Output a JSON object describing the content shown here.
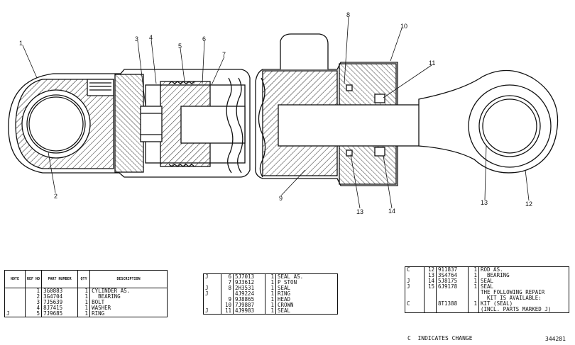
{
  "callouts": [
    "1",
    "2",
    "3",
    "4",
    "5",
    "6",
    "7",
    "8",
    "9",
    "10",
    "11",
    "12",
    "13",
    "13",
    "14"
  ],
  "table1": {
    "headers": [
      "NOTE",
      "REF NO",
      "PART NUMBER",
      "QTY",
      "DESCRIPTION"
    ],
    "rows": [
      {
        "note": "",
        "ref": "1",
        "part": "3G0883",
        "qty": "1",
        "desc": "CYLINDER AS."
      },
      {
        "note": "",
        "ref": "2",
        "part": "3G4704",
        "qty": "1",
        "desc": "  BEARING"
      },
      {
        "note": "",
        "ref": "3",
        "part": "7J5639",
        "qty": "1",
        "desc": "BOLT"
      },
      {
        "note": "",
        "ref": "4",
        "part": "8J7415",
        "qty": "1",
        "desc": "WASHER"
      },
      {
        "note": "J",
        "ref": "5",
        "part": "7J9685",
        "qty": "1",
        "desc": "RING"
      }
    ]
  },
  "table2": {
    "rows": [
      {
        "note": "J",
        "ref": "6",
        "part": "5J7013",
        "qty": "1",
        "desc": "SEAL AS."
      },
      {
        "note": "",
        "ref": "7",
        "part": "9J3612",
        "qty": "1",
        "desc": "P STON"
      },
      {
        "note": "J",
        "ref": "8",
        "part": "2H3531",
        "qty": "1",
        "desc": "SEAL"
      },
      {
        "note": "J",
        "ref": "",
        "part": "4J9224",
        "qty": "1",
        "desc": "RING"
      },
      {
        "note": "",
        "ref": "9",
        "part": "9J8865",
        "qty": "1",
        "desc": "HEAD"
      },
      {
        "note": "",
        "ref": "10",
        "part": "7J9887",
        "qty": "1",
        "desc": "CROWN"
      },
      {
        "note": "J",
        "ref": "11",
        "part": "4J9983",
        "qty": "1",
        "desc": "SEAL"
      }
    ]
  },
  "table3": {
    "rows": [
      {
        "note": "C",
        "ref": "12",
        "part": "911837",
        "qty": "1",
        "desc": "ROD AS."
      },
      {
        "note": "",
        "ref": "13",
        "part": "3S4764",
        "qty": "1",
        "desc": "  BEARING"
      },
      {
        "note": "J",
        "ref": "14",
        "part": "5J8175",
        "qty": "1",
        "desc": "SEAL"
      },
      {
        "note": "J",
        "ref": "15",
        "part": "6J9178",
        "qty": "1",
        "desc": "SEAL"
      },
      {
        "note": "",
        "ref": "",
        "part": "",
        "qty": "",
        "desc": "THE FOLLOWING REPAIR"
      },
      {
        "note": "",
        "ref": "",
        "part": "",
        "qty": "",
        "desc": "  KIT IS AVAILABLE:"
      },
      {
        "note": "C",
        "ref": "",
        "part": "8T1388",
        "qty": "1",
        "desc": "KIT (SEAL)"
      },
      {
        "note": "",
        "ref": "",
        "part": "",
        "qty": "",
        "desc": "(INCL. PARTS MARKED J)"
      }
    ]
  },
  "footnote": "C  INDICATES CHANGE",
  "drawing_number": "344281"
}
